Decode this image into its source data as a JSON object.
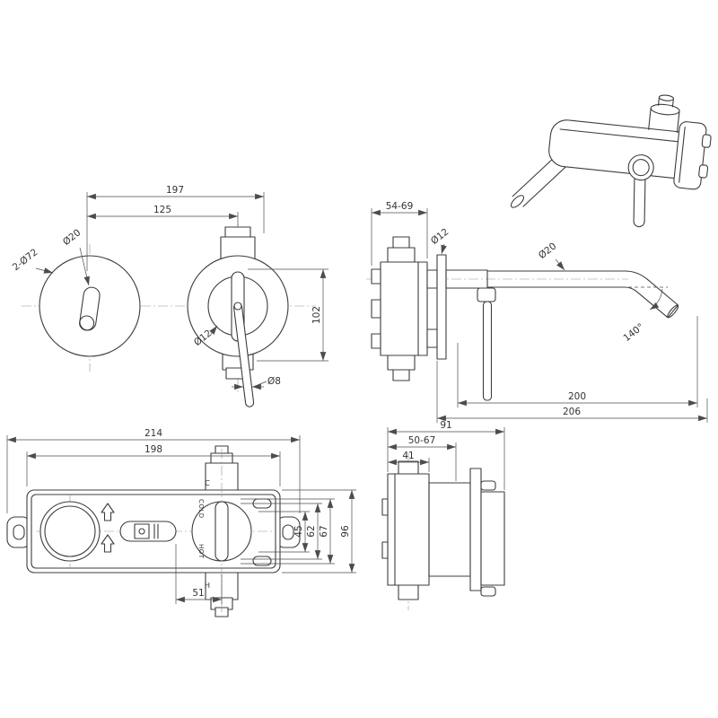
{
  "colors": {
    "line": "#3c3c3c",
    "dimension_line": "#4c4c4c",
    "background": "#ffffff"
  },
  "front_view": {
    "dim_total_width": "197",
    "dim_center_distance": "125",
    "label_spout_diameter": "Ø20",
    "label_escutcheons_diameter": "2-Ø72",
    "label_trim_diameter": "Ø12",
    "dim_height": "102",
    "label_lever_diameter": "Ø8"
  },
  "side_view": {
    "dim_wall_depth_range": "54-69",
    "label_stem_diameter": "Ø12",
    "label_spout_tube_diameter": "Ø20",
    "label_spout_angle": "140°",
    "dim_spout_reach": "200",
    "dim_total_reach": "206"
  },
  "box_front_view": {
    "dim_total_width": "214",
    "dim_body_width": "198",
    "dim_port_offset": "51",
    "dim_inner_height_1": "45",
    "dim_inner_height_2": "62",
    "dim_inner_height_3": "67",
    "dim_body_height": "96",
    "label_cold": "COLD",
    "label_hot": "HOT",
    "label_cold_short": "C",
    "label_hot_short": "H"
  },
  "box_side_view": {
    "dim_total_depth": "91",
    "dim_adjust_range": "50-67",
    "dim_box_depth": "41"
  }
}
